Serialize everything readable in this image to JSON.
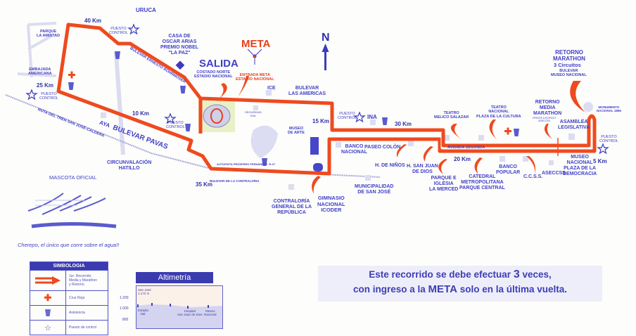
{
  "map": {
    "labels": [
      "URUCA",
      "40 Km",
      "PUESTO\nCONTROL",
      "PARQUE\nLA AMISTAD",
      "CASA DE\nOSCAR ARIAS\nPREMIO NOBEL\n\"LA PAZ\"",
      "SALIDA",
      "COSTADO NORTE\nESTADIO NACIONAL",
      "META",
      "ENTRADA META\nESTADIO NACIONAL",
      "BULEVAR ERNESTO ROHRMOSER",
      "EMBAJADA\nAMERICANA",
      "25 Km",
      "PUESTO\nCONTROL",
      "10 Km",
      "PUESTO\nCONTROL",
      "AYA",
      "BULEVAR PAVAS",
      "RUTA DEL TREN SAN JOSÉ-CALDERA",
      "CIRCUNVALACIÓN\nHATILLO",
      "MASCOTA OFICIAL",
      "35 Km",
      "BULEVAR DE LA CONTRALORIA",
      "AUTOPISTA PRÓSPERO FERNÁNDEZ  R-27",
      "ICE",
      "BULEVAR\nLAS AMERICAS",
      "SEGURIDAD\nVIAL",
      "MUSEO\nDE ARTE",
      "15 Km",
      "PUESTO\nCONTROL",
      "INA",
      "30 Km",
      "BANCO\nNACIONAL",
      "PASEO COLÓN",
      "H. DE NIÑOS",
      "H. SAN JUAN\nDE DIOS",
      "PARQUE E\nIGLESIA\nLA MERCED",
      "AVENIDA SEGUNDA",
      "20 Km",
      "CATEDRAL\nMETROPOLITANA\nPARQUE CENTRAL",
      "BANCO\nPOPULAR",
      "C.C.S.S.",
      "ASECCSS",
      "MUSEO\nNACIONAL\nPLAZA DE LA\nDEMOCRACIA",
      "5 Km",
      "PUESTO\nCONTROL",
      "MONUMENTO\nNACIONAL 1856",
      "ASAMBLEA\nLEGISLATIVA",
      "RETORNO\nMEDIA\nMARATHON",
      "FRENTE A EDIFICIO\nASECCSS",
      "TEATRO\nNACIONAL\nPLAZA DE LA CULTURA",
      "TEATRO\nMELICO SALAZAR",
      "RETORNO\nMARATHON",
      "3 Circuitos",
      "BULEVAR\nMUSEO NACIONAL",
      "MUNICIPALIDAD\nDE SAN JOSÉ",
      "CONTRALORÍA\nGENERAL DE LA\nREPÚBLICA",
      "GIMNASIO\nNACIONAL\nICODER",
      "Cherepo, el único que corre sobre el agua!!",
      "N"
    ],
    "colors": {
      "route": "#ee4a1f",
      "text": "#3b3bbf",
      "landmark": "#d8d8f0"
    }
  },
  "legend": {
    "title": "SIMBOLOGIA",
    "items": [
      {
        "icon": "route-arrow-icon",
        "label": "1er. Recorrido\nMedia y Marathon\ny Retorno"
      },
      {
        "icon": "red-cross-icon",
        "label": "Cruz Roja"
      },
      {
        "icon": "water-cup-icon",
        "label": "Asistencia"
      },
      {
        "icon": "star-icon",
        "label": "Puesto de control"
      }
    ]
  },
  "altimetry": {
    "title": "Altimetría",
    "y_ticks": [
      "1.200",
      "1.000",
      "800"
    ],
    "peak_label": "San José\n1.172 m",
    "points": [
      "Estadio\nNal.",
      "Hospital\nSan Juan de Dios",
      "Museo\nNacional"
    ]
  },
  "message": {
    "pre": "Este recorrido se debe efectuar ",
    "times": "3",
    "mid": " veces,\ncon ingreso a la ",
    "meta": "META",
    "post": " solo en la última vuelta."
  }
}
